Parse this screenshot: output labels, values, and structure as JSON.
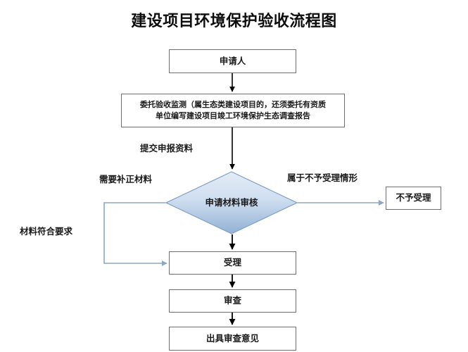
{
  "chart_data": {
    "type": "diagram",
    "title": "建设项目环境保护验收流程图",
    "nodes": [
      {
        "id": "applicant",
        "label": "申请人",
        "shape": "rect"
      },
      {
        "id": "entrust",
        "label_line1": "委托验收监测（属生态类建设项目的，还须委托有资质",
        "label_line2": "单位编写建设项目竣工环境保护生态调查报告",
        "shape": "rect"
      },
      {
        "id": "decision",
        "label": "申请材料审核",
        "shape": "diamond"
      },
      {
        "id": "reject",
        "label": "不予受理",
        "shape": "rect"
      },
      {
        "id": "accept",
        "label": "受理",
        "shape": "rect"
      },
      {
        "id": "review",
        "label": "审查",
        "shape": "rect"
      },
      {
        "id": "opinion",
        "label": "出具审查意见",
        "shape": "rect"
      }
    ],
    "edges": [
      {
        "from": "applicant",
        "to": "entrust",
        "label": ""
      },
      {
        "from": "entrust",
        "to": "decision",
        "label": "提交申报资料"
      },
      {
        "from": "decision",
        "to": "reject",
        "label": "属于不予受理情形"
      },
      {
        "from": "decision",
        "to": "accept",
        "label": "材料符合要求"
      },
      {
        "from": "decision",
        "to": "accept",
        "label": "需要补正材料"
      },
      {
        "from": "accept",
        "to": "review",
        "label": ""
      },
      {
        "from": "review",
        "to": "opinion",
        "label": ""
      }
    ],
    "colors": {
      "diamond_fill_top": "#dce6f1",
      "diamond_fill_bottom": "#93b2d5",
      "diamond_stroke": "#7e9fc4",
      "box_stroke": "#6e6e6e",
      "black_arrow": "#000000",
      "blue_arrow": "#8ba7c3",
      "background": "#ffffff",
      "text": "#1a1a1a"
    }
  },
  "title": {
    "text": "建设项目环境保护验收流程图"
  },
  "nodes": {
    "applicant": {
      "label": "申请人"
    },
    "entrust": {
      "line1": "委托验收监测（属生态类建设项目的，还须委托有资质",
      "line2": "单位编写建设项目竣工环境保护生态调查报告"
    },
    "decision": {
      "label": "申请材料审核"
    },
    "reject": {
      "label": "不予受理"
    },
    "accept": {
      "label": "受理"
    },
    "review": {
      "label": "审查"
    },
    "opinion": {
      "label": "出具审查意见"
    }
  },
  "edge_labels": {
    "submit": "提交申报资料",
    "amend": "需要补正材料",
    "not_accepted": "属于不予受理情形",
    "conform": "材料符合要求"
  }
}
